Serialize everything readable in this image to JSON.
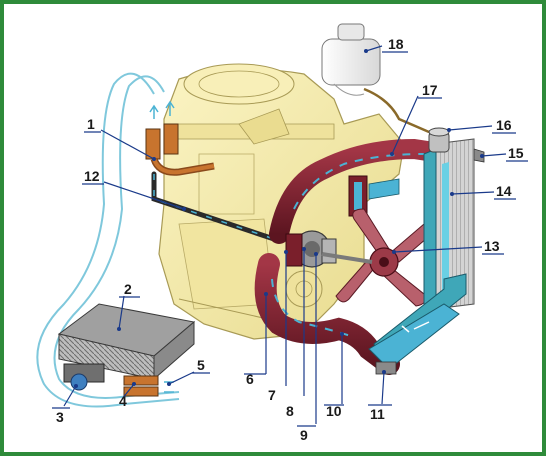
{
  "callouts": [
    "1",
    "2",
    "3",
    "4",
    "5",
    "6",
    "7",
    "8",
    "9",
    "10",
    "11",
    "12",
    "13",
    "14",
    "15",
    "16",
    "17",
    "18"
  ],
  "colors": {
    "frame": "#2e8b3a",
    "engine": "#f4eaa6",
    "engine_outline": "#a89a55",
    "hose": "#7a1f2b",
    "hose_highlight": "#b0404e",
    "radiator_frame": "#3fa7b8",
    "radiator_core": "#c9c9c9",
    "tank": "#f2f2f2",
    "coolant_flow": "#4bb3d4",
    "leader": "#1a3a8a"
  }
}
